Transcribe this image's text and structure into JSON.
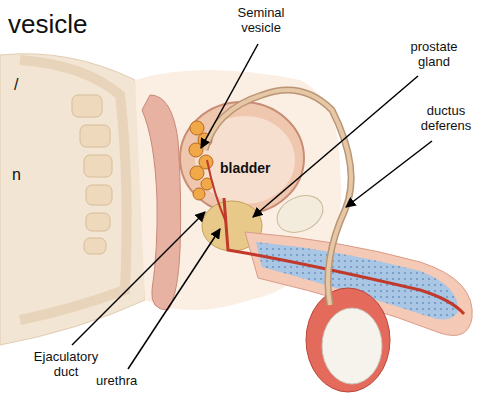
{
  "diagram": {
    "title": "vesicle",
    "labels": [
      "Seminal vesicle",
      "prostate gland",
      "bladder",
      "ductus deferens",
      "Ejaculatory duct",
      "urethra",
      "/",
      "n"
    ]
  }
}
